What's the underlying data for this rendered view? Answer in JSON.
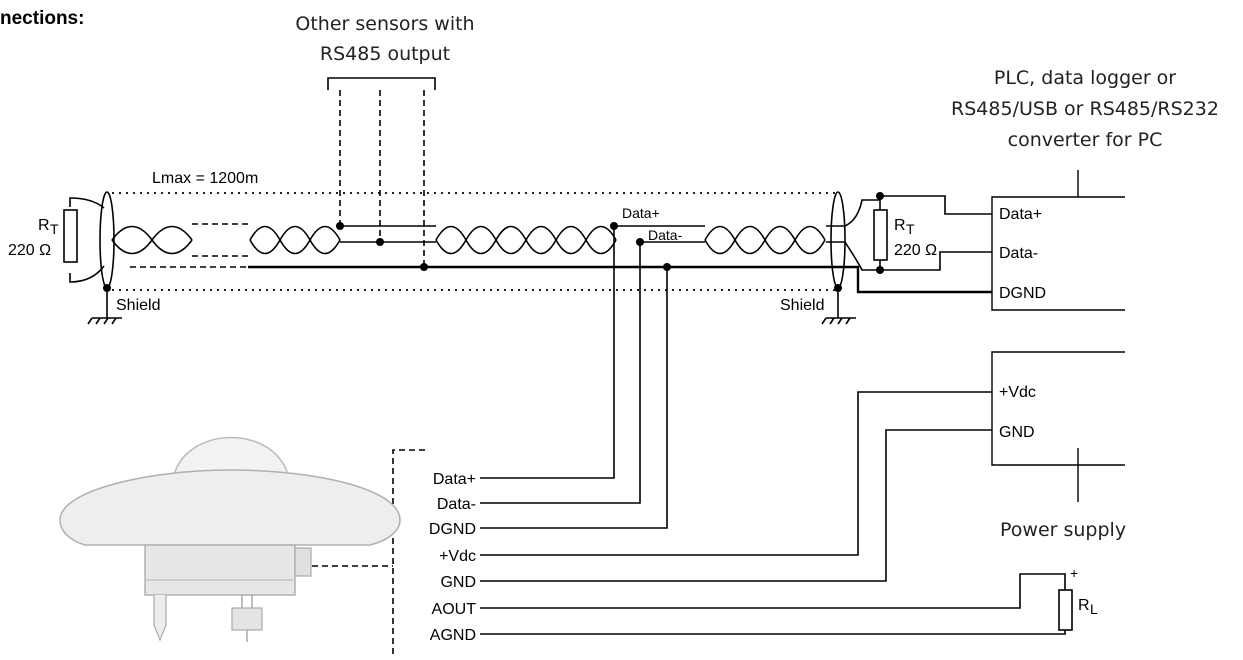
{
  "title": "nections:",
  "other_sensors": {
    "line1": "Other sensors with",
    "line2": "RS485 output"
  },
  "plc": {
    "line1": "PLC, data logger or",
    "line2": "RS485/USB or RS485/RS232",
    "line3": "converter for PC"
  },
  "lmax": "Lmax = 1200m",
  "terminator_left": {
    "symbol": "R",
    "sub": "T",
    "value": "220 Ω"
  },
  "terminator_right": {
    "symbol": "R",
    "sub": "T",
    "value": "220 Ω"
  },
  "shield_left": "Shield",
  "shield_right": "Shield",
  "bus_labels": {
    "data_plus": "Data+",
    "data_minus": "Data-"
  },
  "plc_terminals": [
    "Data+",
    "Data-",
    "DGND"
  ],
  "psu_terminals": [
    "+Vdc",
    "GND"
  ],
  "psu_caption": "Power supply",
  "sensor_terminals": [
    "Data+",
    "Data-",
    "DGND",
    "+Vdc",
    "GND",
    "AOUT",
    "AGND"
  ],
  "load_resistor": {
    "symbol": "R",
    "sub": "L",
    "polarity": "+"
  }
}
